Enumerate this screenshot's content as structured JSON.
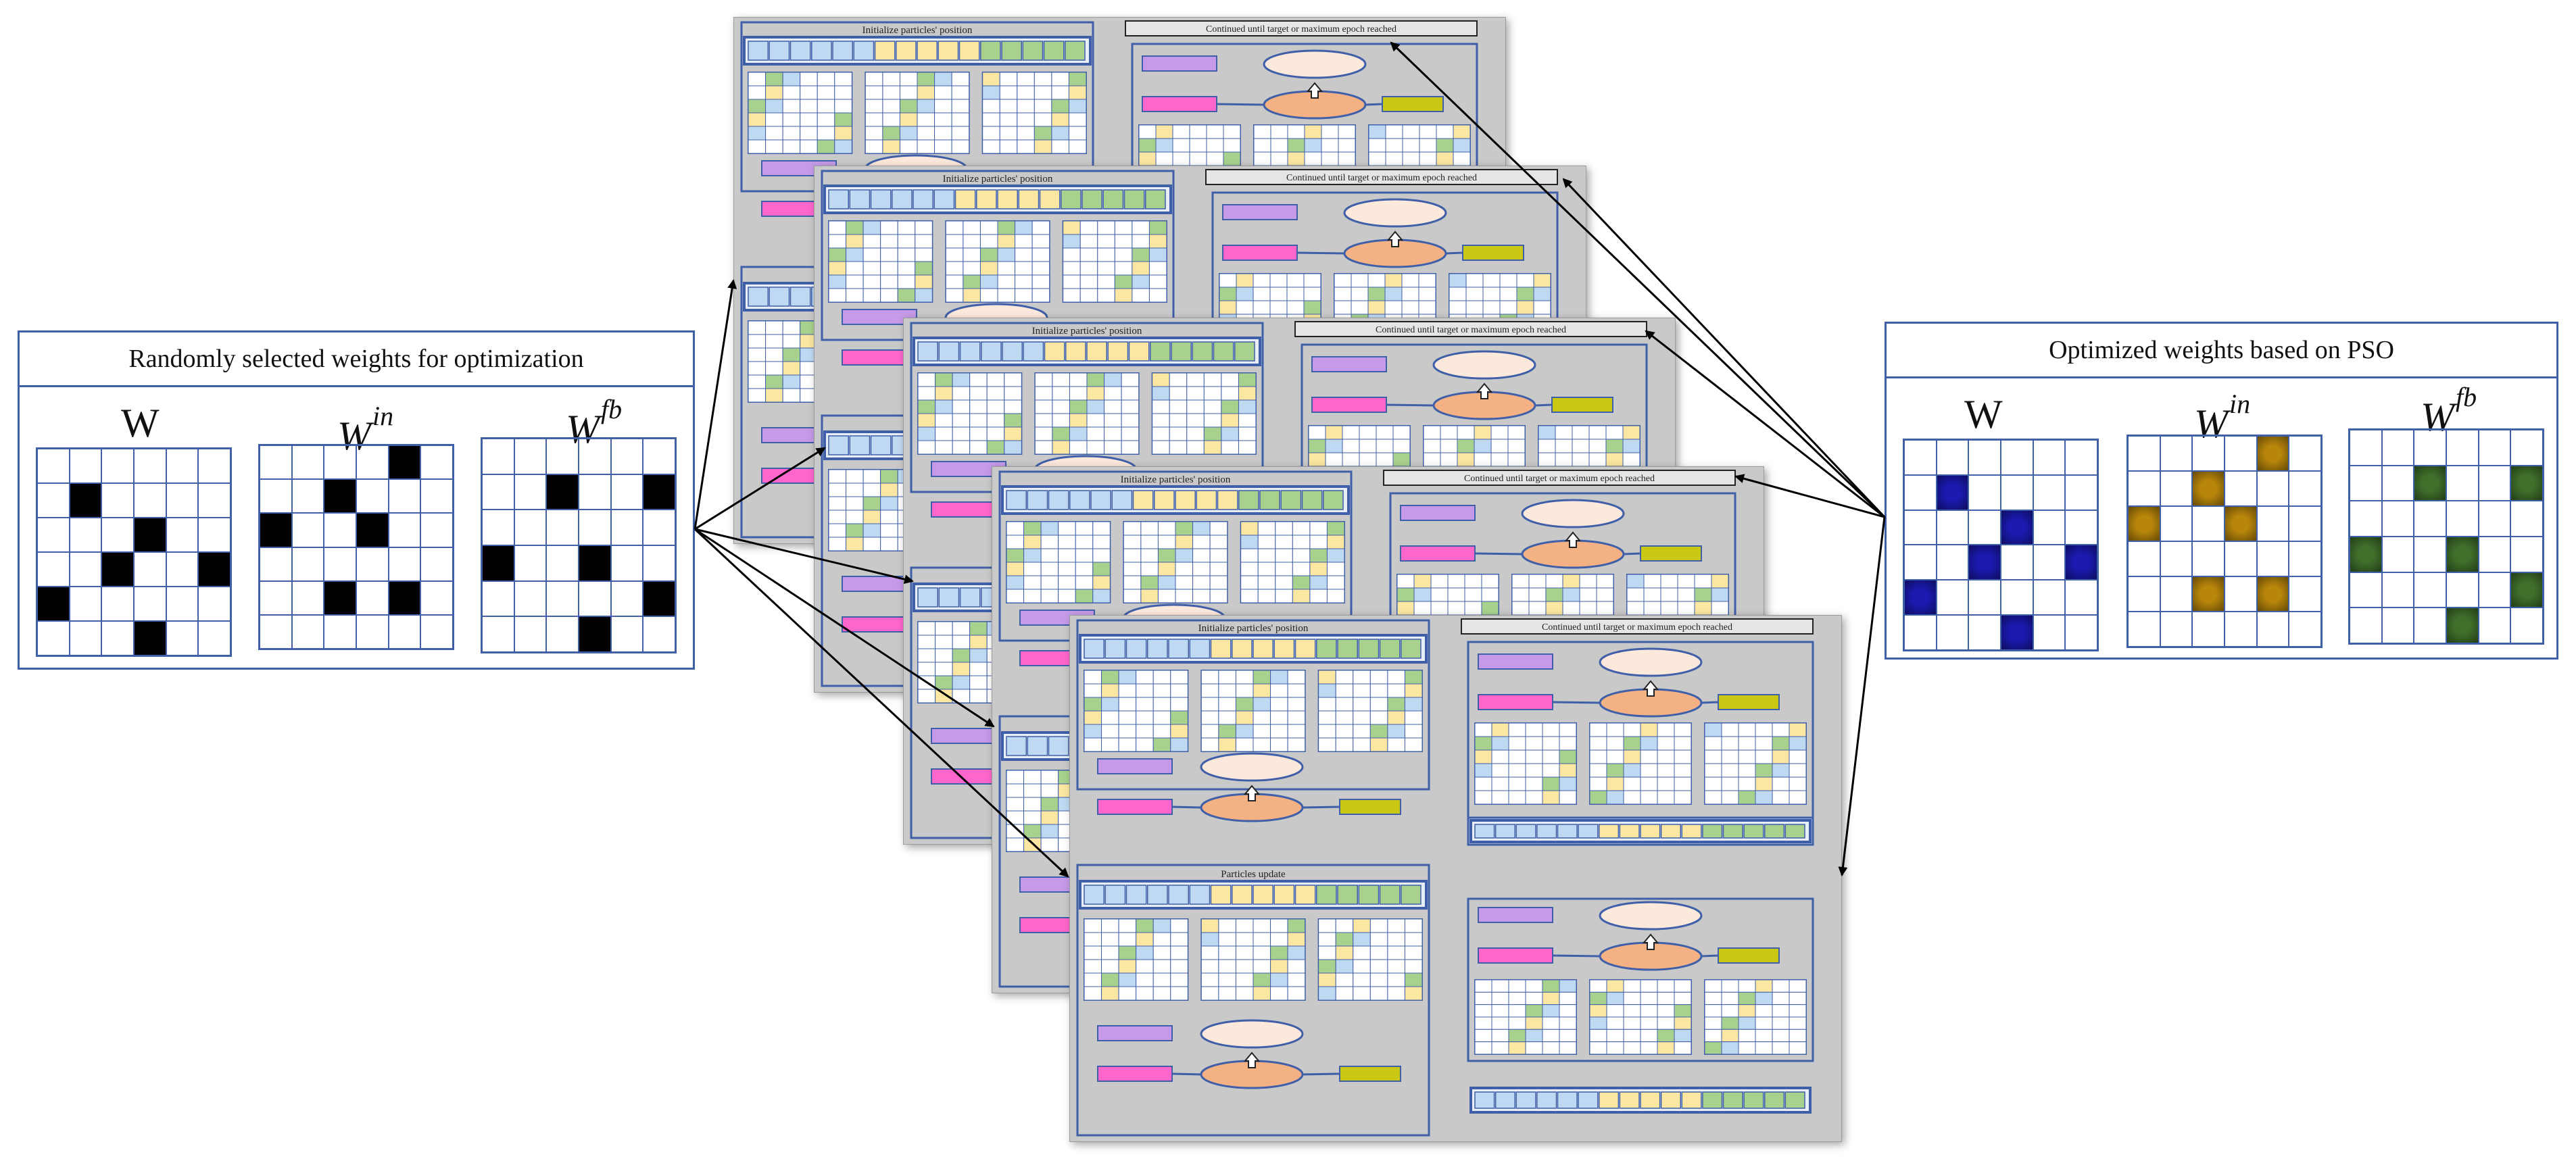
{
  "left_panel": {
    "title": "Randomly selected weights for optimization",
    "matrices": [
      {
        "id": "W",
        "base": "W",
        "sup": "",
        "filled": [
          [
            1,
            1
          ],
          [
            2,
            3
          ],
          [
            3,
            2
          ],
          [
            3,
            5
          ],
          [
            4,
            0
          ],
          [
            5,
            3
          ]
        ],
        "color": "#000000"
      },
      {
        "id": "Win",
        "base": "W",
        "sup": "in",
        "filled": [
          [
            0,
            4
          ],
          [
            1,
            2
          ],
          [
            2,
            0
          ],
          [
            2,
            3
          ],
          [
            4,
            2
          ],
          [
            4,
            4
          ]
        ],
        "color": "#000000"
      },
      {
        "id": "Wfb",
        "base": "W",
        "sup": "fb",
        "filled": [
          [
            1,
            2
          ],
          [
            1,
            5
          ],
          [
            3,
            0
          ],
          [
            3,
            3
          ],
          [
            4,
            5
          ],
          [
            5,
            3
          ]
        ],
        "color": "#000000"
      }
    ]
  },
  "right_panel": {
    "title": "Optimized weights based on PSO",
    "matrices": [
      {
        "id": "W",
        "base": "W",
        "sup": "",
        "filled": [
          [
            1,
            1
          ],
          [
            2,
            3
          ],
          [
            3,
            2
          ],
          [
            3,
            5
          ],
          [
            4,
            0
          ],
          [
            5,
            3
          ]
        ],
        "color": "#1a1ab0"
      },
      {
        "id": "Win",
        "base": "W",
        "sup": "in",
        "filled": [
          [
            0,
            4
          ],
          [
            1,
            2
          ],
          [
            2,
            0
          ],
          [
            2,
            3
          ],
          [
            4,
            2
          ],
          [
            4,
            4
          ]
        ],
        "color": "#b8860b"
      },
      {
        "id": "Wfb",
        "base": "W",
        "sup": "fb",
        "filled": [
          [
            1,
            2
          ],
          [
            1,
            5
          ],
          [
            3,
            0
          ],
          [
            3,
            3
          ],
          [
            4,
            5
          ],
          [
            5,
            3
          ]
        ],
        "color": "#3f6f2a"
      }
    ]
  },
  "cards": {
    "count": 5,
    "init_label": "Initialize particles' position",
    "target_label": "Continued until target or maximum epoch reached",
    "update_label": "Particles update",
    "colors": {
      "bg": "#c9c9c9",
      "border": "#3f5fa8",
      "cell_blue": "#bfd9f2",
      "cell_yellow": "#fbe7a1",
      "cell_green": "#a9d18e",
      "pink": "#ff66cc",
      "lavender": "#c59ae8",
      "olive": "#c9c814",
      "ellipse_light": "#fde8dc",
      "ellipse_orange": "#f4b183"
    }
  }
}
